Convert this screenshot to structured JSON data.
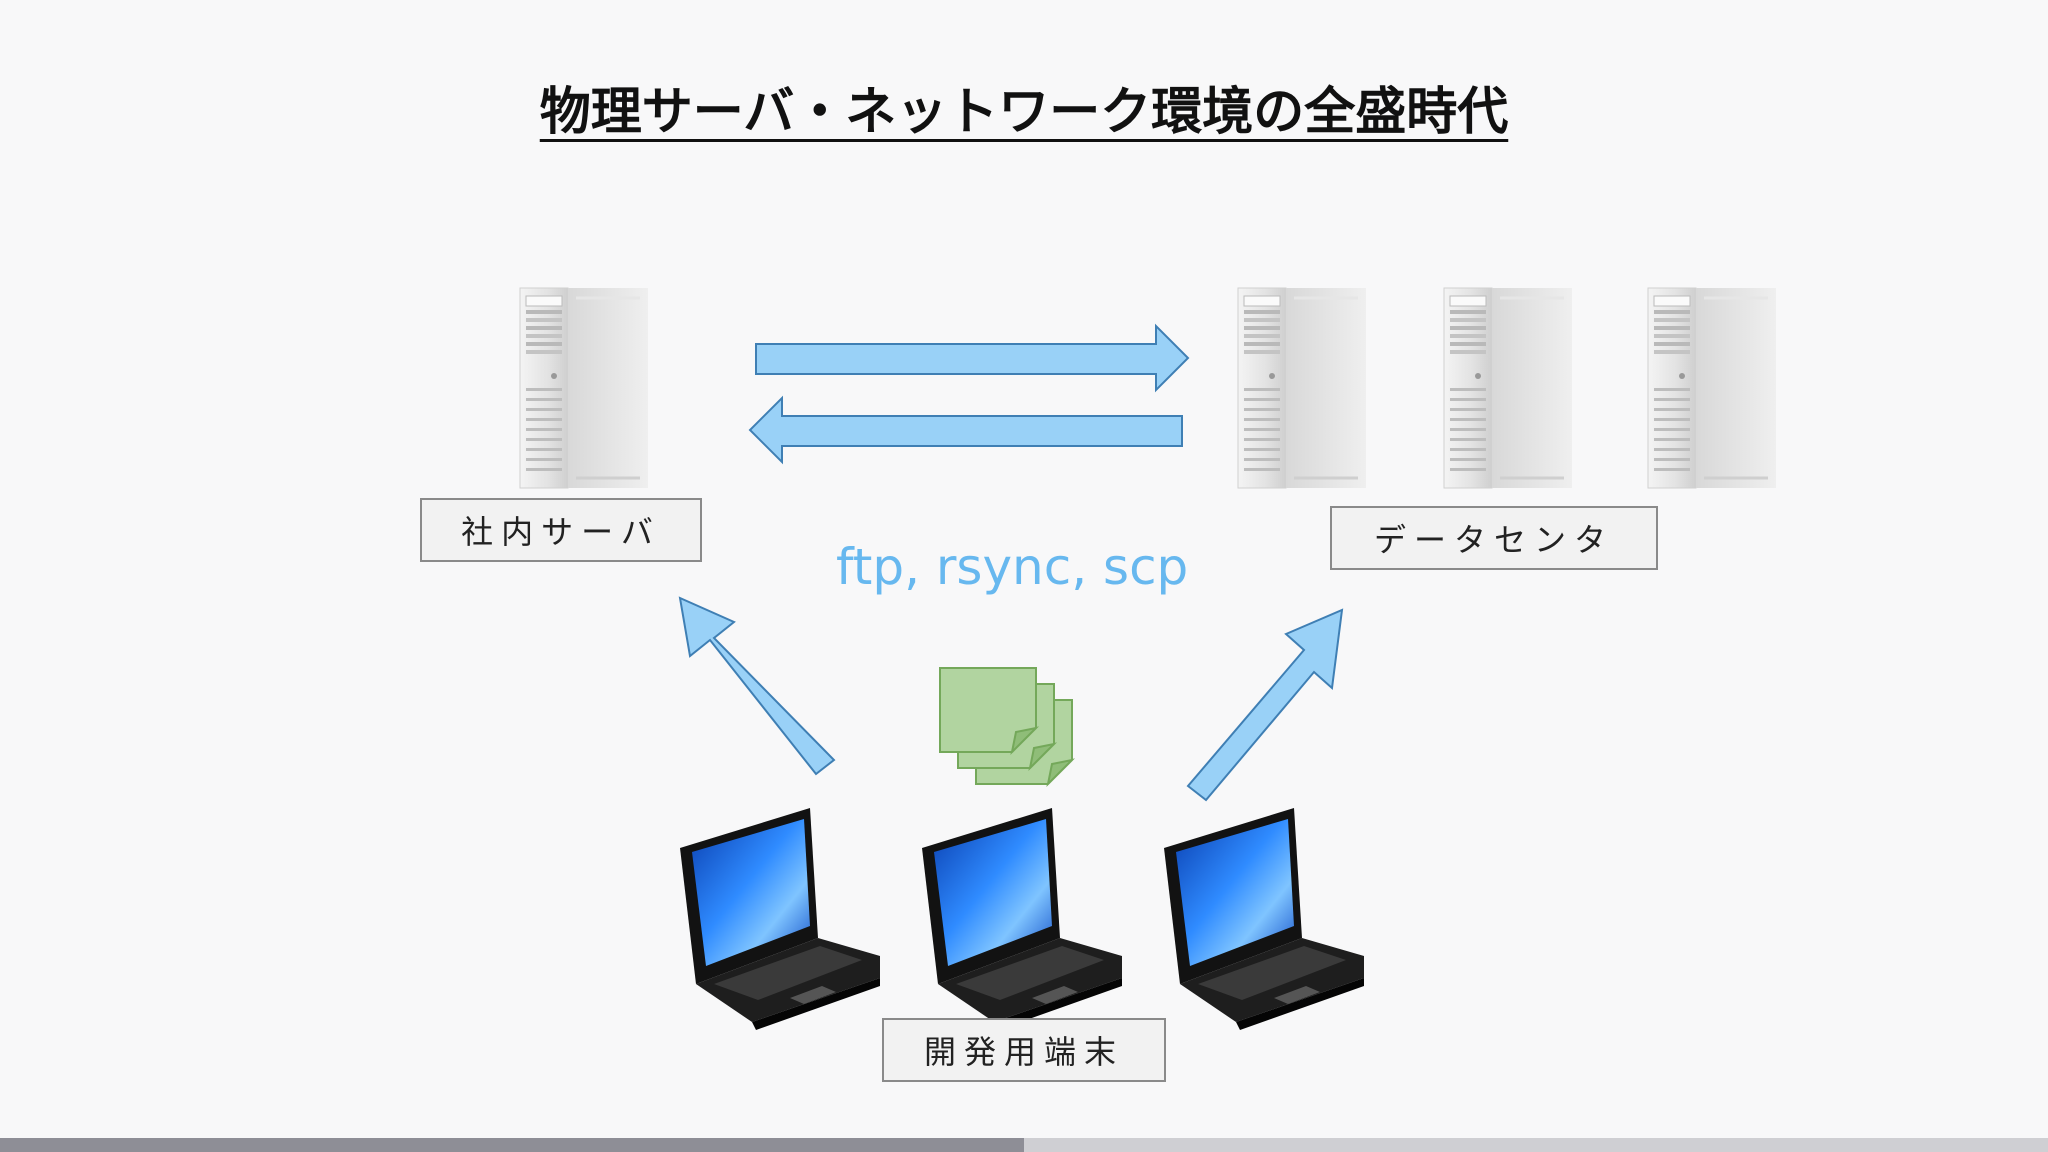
{
  "slide": {
    "title": "物理サーバ・ネットワーク環境の全盛時代",
    "protocols_label": "ftp, rsync, scp"
  },
  "nodes": {
    "internal_server": {
      "label": "社内サーバ"
    },
    "datacenter": {
      "label": "データセンタ"
    },
    "dev_terminals": {
      "label": "開発用端末"
    }
  },
  "colors": {
    "arrow_fill": "#99d1f7",
    "arrow_stroke": "#3f7fb4",
    "file_fill": "#b1d4a0",
    "file_stroke": "#74a85a",
    "protocol_text": "#67b8ef"
  },
  "icons": [
    "server-tower-icon",
    "laptop-icon",
    "document-stack-icon",
    "arrow-icon"
  ],
  "progress": {
    "fraction": 0.5
  }
}
